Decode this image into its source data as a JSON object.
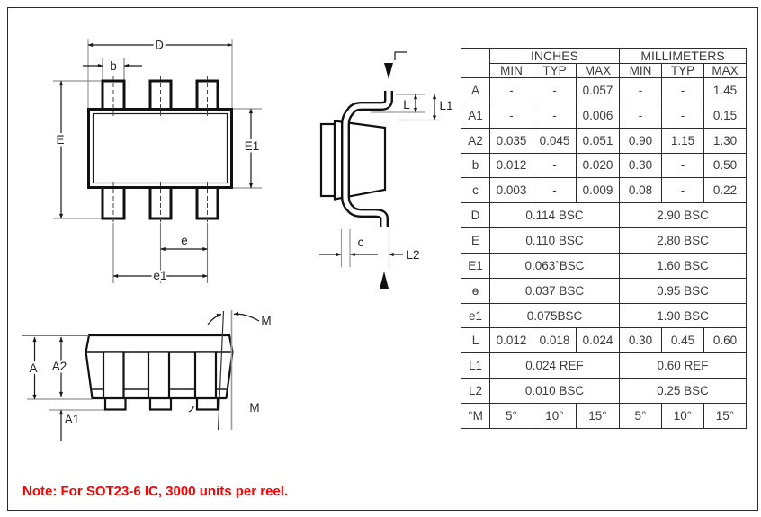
{
  "labels": {
    "D": "D",
    "b": "b",
    "E": "E",
    "E1": "E1",
    "e": "e",
    "e1": "e1",
    "L": "L",
    "L1": "L1",
    "c": "c",
    "L2": "L2",
    "A": "A",
    "A2": "A2",
    "A1": "A1",
    "M_top": "M",
    "M_side": "M"
  },
  "table": {
    "col_headers": {
      "inches": "INCHES",
      "millimeters": "MILLIMETERS"
    },
    "subheaders": [
      "MIN",
      "TYP",
      "MAX",
      "MIN",
      "TYP",
      "MAX"
    ],
    "rows": [
      {
        "label": "A",
        "inches": [
          "-",
          "-",
          "0.057"
        ],
        "mm": [
          "-",
          "-",
          "1.45"
        ]
      },
      {
        "label": "A1",
        "inches": [
          "-",
          "-",
          "0.006"
        ],
        "mm": [
          "-",
          "-",
          "0.15"
        ]
      },
      {
        "label": "A2",
        "inches": [
          "0.035",
          "0.045",
          "0.051"
        ],
        "mm": [
          "0.90",
          "1.15",
          "1.30"
        ]
      },
      {
        "label": "b",
        "inches": [
          "0.012",
          "-",
          "0.020"
        ],
        "mm": [
          "0.30",
          "-",
          "0.50"
        ]
      },
      {
        "label": "c",
        "inches": [
          "0.003",
          "-",
          "0.009"
        ],
        "mm": [
          "0.08",
          "-",
          "0.22"
        ]
      },
      {
        "label": "D",
        "inches": "0.114 BSC",
        "mm": "2.90 BSC"
      },
      {
        "label": "E",
        "inches": "0.110 BSC",
        "mm": "2.80 BSC"
      },
      {
        "label": "E1",
        "inches": "0.063`BSC",
        "mm": "1.60 BSC"
      },
      {
        "label": "ɵ",
        "inches": "0.037 BSC",
        "mm": "0.95 BSC"
      },
      {
        "label": "e1",
        "inches": "0.075BSC",
        "mm": "1.90 BSC"
      },
      {
        "label": "L",
        "inches": [
          "0.012",
          "0.018",
          "0.024"
        ],
        "mm": [
          "0.30",
          "0.45",
          "0.60"
        ]
      },
      {
        "label": "L1",
        "inches": "0.024 REF",
        "mm": "0.60 REF"
      },
      {
        "label": "L2",
        "inches": "0.010 BSC",
        "mm": "0.25 BSC"
      },
      {
        "label": "°M",
        "inches": [
          "5°",
          "10°",
          "15°"
        ],
        "mm": [
          "5°",
          "10°",
          "15°"
        ]
      }
    ]
  },
  "note": {
    "text": "Note: For SOT23-6 IC, 3000 units per reel."
  },
  "colors": {
    "line": "#1a1a1a",
    "extension": "#9a9a9a",
    "note_red": "#ff0000",
    "table_text": "#3a3a3a"
  }
}
